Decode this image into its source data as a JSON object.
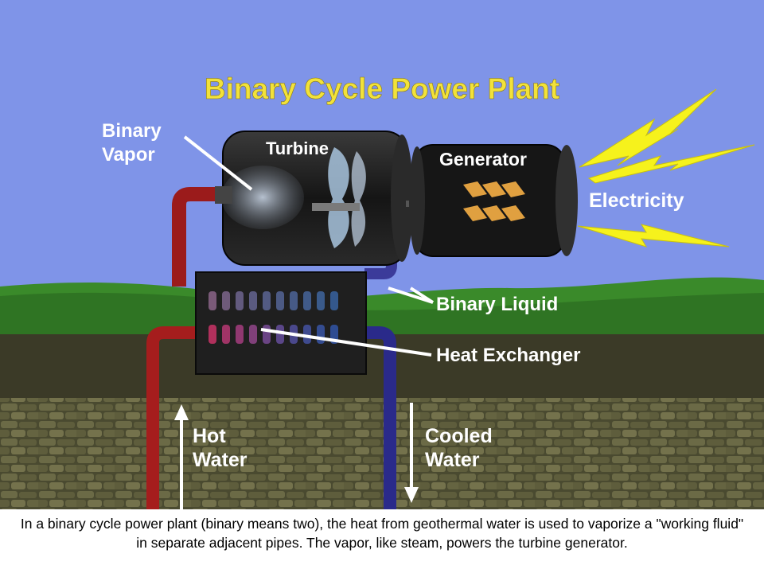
{
  "diagram": {
    "title": "Binary Cycle Power Plant",
    "labels": {
      "binary_vapor_line1": "Binary",
      "binary_vapor_line2": "Vapor",
      "turbine": "Turbine",
      "generator": "Generator",
      "electricity": "Electricity",
      "binary_liquid": "Binary Liquid",
      "heat_exchanger": "Heat Exchanger",
      "hot_water_line1": "Hot",
      "hot_water_line2": "Water",
      "cooled_water_line1": "Cooled",
      "cooled_water_line2": "Water"
    },
    "colors": {
      "sky": "#7f94e8",
      "title": "#f2e23a",
      "label": "#ffffff",
      "hills": "#3a8a2a",
      "soil": "#3b3a27",
      "hot_pipe": "#a51d1d",
      "cold_pipe": "#2a2a8a",
      "lightning": "#f6f21c"
    }
  },
  "caption": "In a binary cycle power plant (binary means two), the heat from geothermal water is used to vaporize a \"working fluid\" in separate adjacent pipes. The vapor, like steam, powers the turbine generator."
}
